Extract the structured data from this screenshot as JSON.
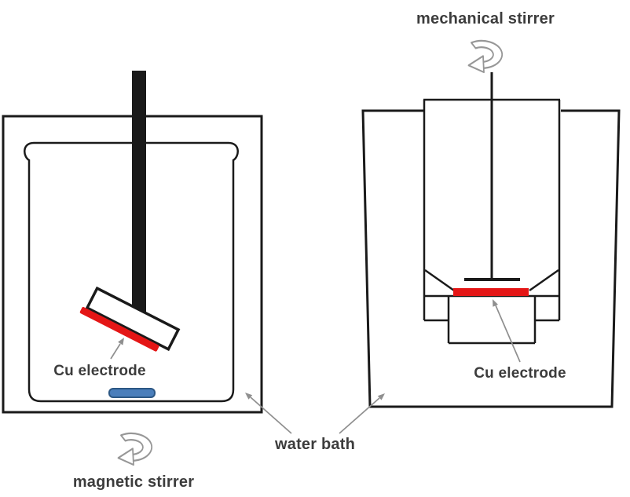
{
  "labels": {
    "mechanical_stirrer": "mechanical stirrer",
    "magnetic_stirrer": "magnetic stirrer",
    "water_bath": "water bath",
    "cu_electrode_left": "Cu electrode",
    "cu_electrode_right": "Cu electrode"
  },
  "colors": {
    "line": "#1a1a1a",
    "text": "#3c3c3c",
    "electrode_red": "#e41616",
    "stir_bar_fill": "#4a7ebb",
    "stir_bar_border": "#2c5784",
    "annotation_arrow": "#8f8f8f",
    "rotation_arrow": "#979797"
  },
  "icons": {
    "rotation_icon": "rotation-arrow-icon",
    "annotation_icon": "pointer-arrow-icon"
  }
}
